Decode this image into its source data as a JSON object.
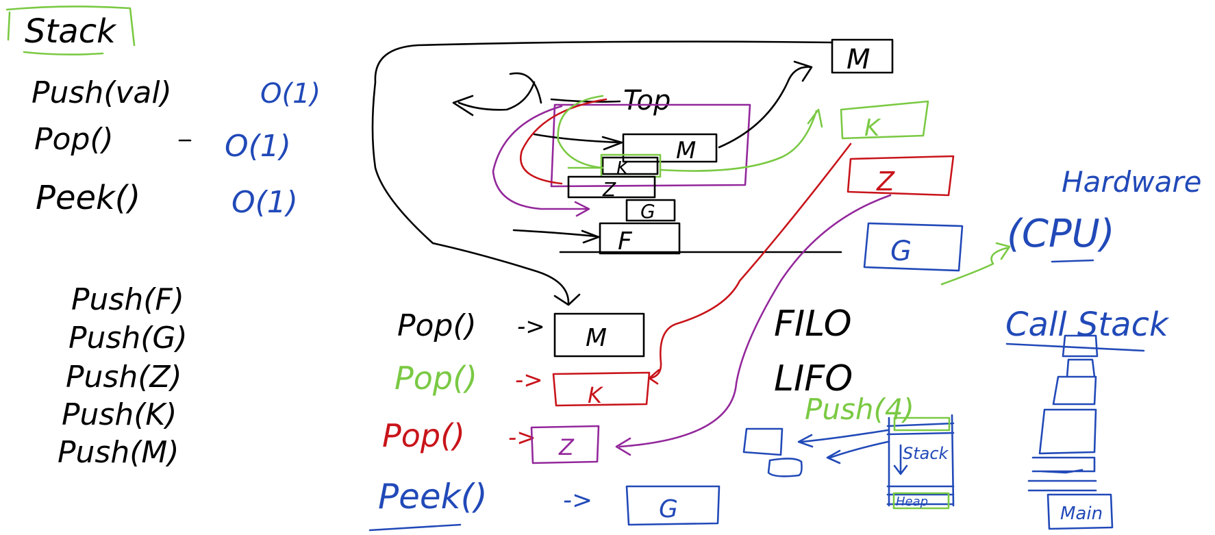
{
  "colors": {
    "ink": "#000000",
    "blue": "#2149b8",
    "green": "#7ac943",
    "red": "#c8141a",
    "purple": "#93279b",
    "background": "#ffffff"
  },
  "title": "Stack",
  "operations": [
    {
      "name": "Push(val)",
      "complexity": "O(1)"
    },
    {
      "name": "Pop()",
      "complexity": "O(1)"
    },
    {
      "name": "Peek()",
      "complexity": "O(1)"
    }
  ],
  "push_sequence": [
    "Push(F)",
    "Push(G)",
    "Push(Z)",
    "Push(K)",
    "Push(M)"
  ],
  "stack_diagram": {
    "top_label": "Top",
    "items": [
      "M",
      "K",
      "Z",
      "G",
      "F"
    ]
  },
  "moved_items": [
    "M",
    "K",
    "Z",
    "G"
  ],
  "pop_results": [
    {
      "label": "Pop()",
      "arrow": "->",
      "value": "M"
    },
    {
      "label": "Pop()",
      "arrow": "->",
      "value": "K"
    },
    {
      "label": "Pop()",
      "arrow": "->",
      "value": "Z"
    }
  ],
  "peek": {
    "label": "Peek()",
    "arrow": "->",
    "value": "G"
  },
  "orderings": [
    "FILO",
    "LIFO"
  ],
  "hardware": {
    "label": "Hardware",
    "cpu": "(CPU)"
  },
  "memory": {
    "push_label": "Push(4)",
    "stack_label": "Stack",
    "heap_label": "Heap"
  },
  "call_stack": {
    "label": "Call Stack",
    "bottom": "Main"
  }
}
